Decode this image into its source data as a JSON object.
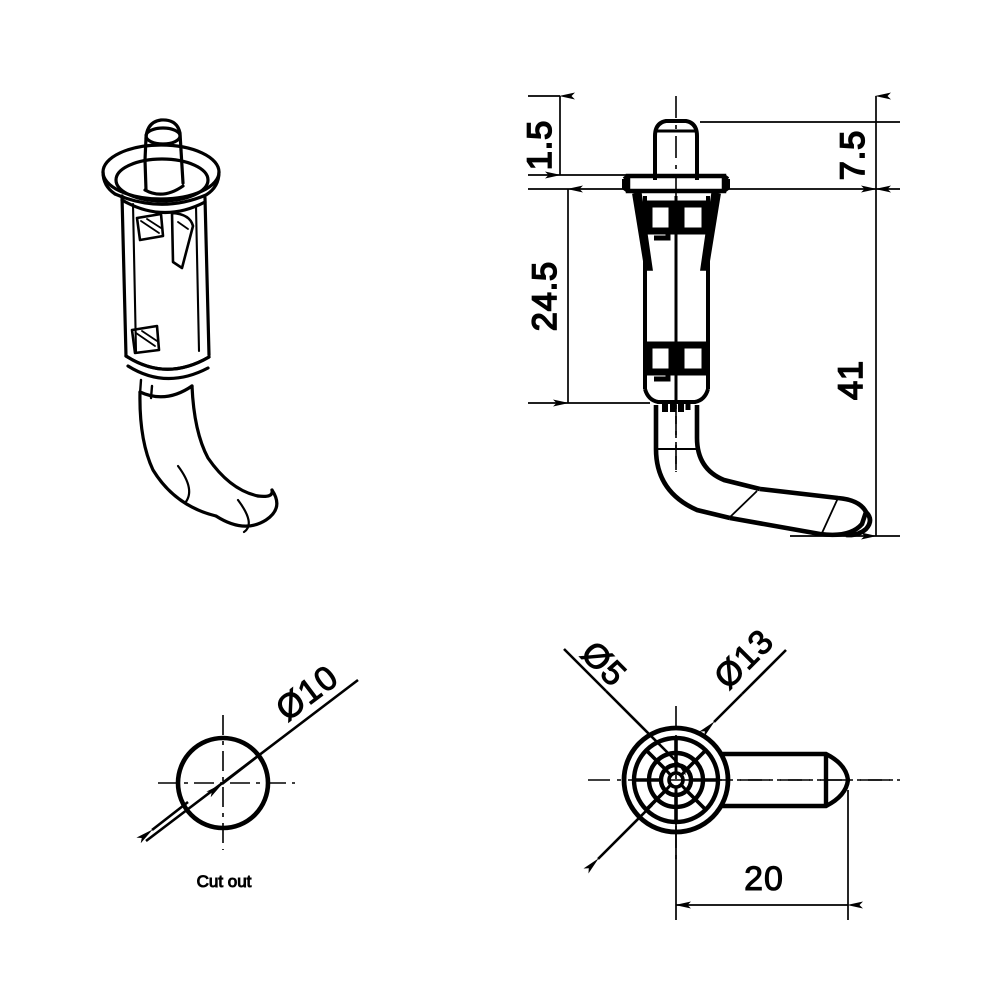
{
  "drawing": {
    "title": "Push-pin fastener with bent leg — multi-view technical drawing",
    "background_color": "#ffffff",
    "line_color": "#000000",
    "units": "mm"
  },
  "views": {
    "isometric": {
      "name": "isometric-view",
      "label": ""
    },
    "front": {
      "name": "front-elevation-view",
      "label": ""
    },
    "cutout": {
      "name": "cut-out-detail-view",
      "label": "Cut out"
    },
    "bottom": {
      "name": "bottom-plan-view",
      "label": ""
    }
  },
  "dimensions": {
    "head_thickness": "1.5",
    "barb_span": "24.5",
    "flange_offset": "7.5",
    "overall_height": "41",
    "cutout_diameter": "Ø10",
    "pin_diameter": "Ø5",
    "flange_diameter": "Ø13",
    "leg_length": "20"
  },
  "labels": {
    "cut_out": "Cut out"
  }
}
